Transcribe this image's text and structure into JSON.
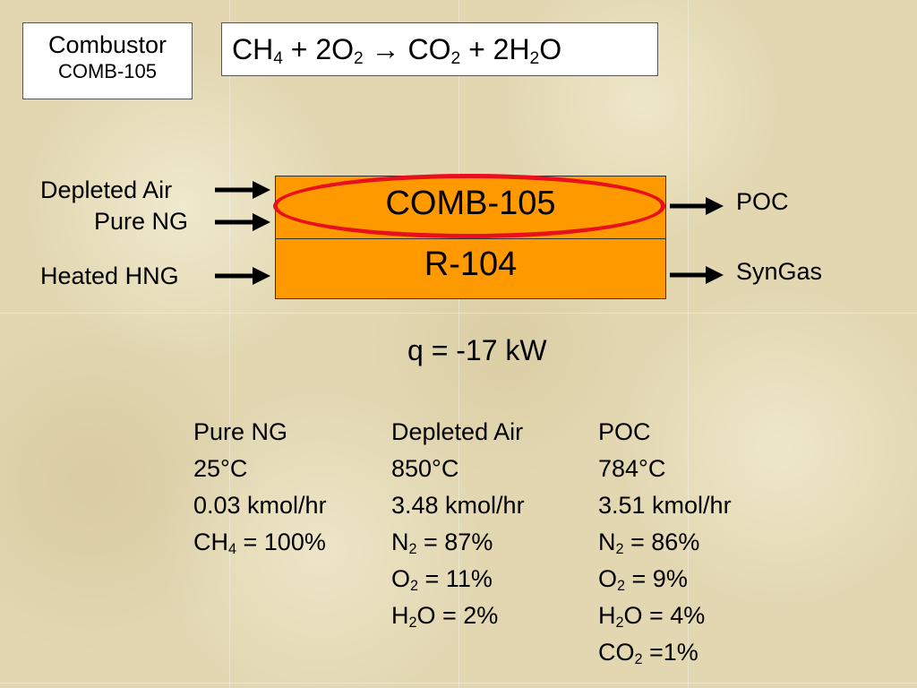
{
  "title_box": {
    "line1": "Combustor",
    "line2": "COMB-105"
  },
  "reaction": {
    "ch": "CH",
    "ch_sub": "4",
    "plus1": " + 2O",
    "o_sub": "2",
    "arrow": " → CO",
    "co_sub": "2",
    "plus2": " + 2H",
    "h_sub": "2",
    "end": "O"
  },
  "unit": {
    "top_label": "COMB-105",
    "bottom_label": "R-104"
  },
  "streams": {
    "in_depleted_air": "Depleted Air",
    "in_pure_ng": "Pure NG",
    "in_heated_hng": "Heated HNG",
    "out_poc": "POC",
    "out_syngas": "SynGas"
  },
  "heat_duty": "q = -17 kW",
  "table": {
    "pure_ng": {
      "name": "Pure NG",
      "temp": "25°C",
      "flow": "0.03 kmol/hr",
      "comp": [
        {
          "a": "CH",
          "s": "4",
          "b": " = 100%"
        }
      ]
    },
    "depleted_air": {
      "name": "Depleted Air",
      "temp": "850°C",
      "flow": "3.48 kmol/hr",
      "comp": [
        {
          "a": "N",
          "s": "2",
          "b": " = 87%"
        },
        {
          "a": "O",
          "s": "2",
          "b": " = 11%"
        },
        {
          "a": "H",
          "s": "2",
          "b": "O = 2%"
        }
      ]
    },
    "poc": {
      "name": "POC",
      "temp": "784°C",
      "flow": "3.51 kmol/hr",
      "comp": [
        {
          "a": "N",
          "s": "2",
          "b": " = 86%"
        },
        {
          "a": "O",
          "s": "2",
          "b": " = 9%"
        },
        {
          "a": "H",
          "s": "2",
          "b": "O = 4%"
        },
        {
          "a": "CO",
          "s": "2",
          "b": " =1%"
        }
      ]
    }
  },
  "colors": {
    "unit_fill": "#ff9900",
    "highlight_ellipse": "#e8111b",
    "background": "#e2d7b1"
  },
  "icons": {
    "stream_arrow": "right-arrow-icon"
  }
}
